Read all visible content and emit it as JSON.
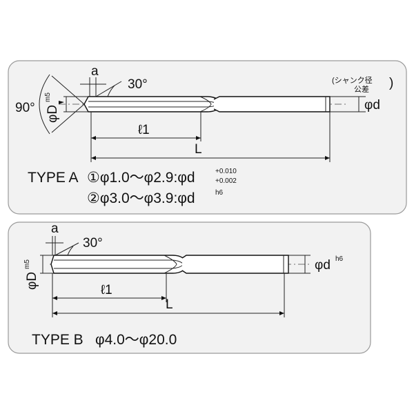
{
  "type_a": {
    "label_a": "a",
    "angle_30": "30°",
    "angle_90": "90°",
    "dia_D": "φD",
    "dia_D_tol": "m5",
    "shank_note_1": "(シャンク径",
    "shank_note_2": "公差",
    "shank_note_close": ")",
    "dia_d": "φd",
    "len_l1": "ℓ1",
    "len_L": "L",
    "type_title": "TYPE A",
    "range_1": "①φ1.0〜φ2.9:φd",
    "range_1_tol_upper": "+0.010",
    "range_1_tol_lower": "+0.002",
    "range_2": "②φ3.0〜φ3.9:φd",
    "range_2_tol": "h6"
  },
  "type_b": {
    "label_a": "a",
    "angle_30": "30°",
    "dia_D": "φD",
    "dia_D_tol": "m5",
    "dia_d": "φd",
    "dia_d_tol": "h6",
    "len_l1": "ℓ1",
    "len_L": "L",
    "type_title": "TYPE B",
    "range": "φ4.0〜φ20.0"
  }
}
